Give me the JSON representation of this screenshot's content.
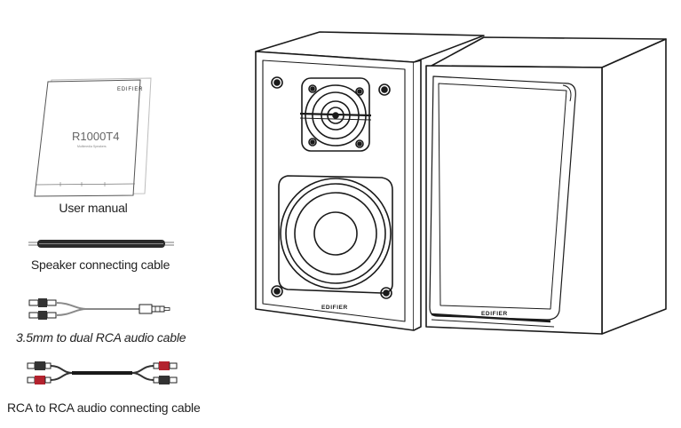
{
  "manual": {
    "brand": "EDIFIER",
    "model": "R1000T4",
    "subtitle": "Multimedia Speakers",
    "caption": "User manual"
  },
  "cables": {
    "speaker_cable": "Speaker connecting cable",
    "aux_cable": "3.5mm to dual RCA audio cable",
    "rca_cable": "RCA to RCA audio connecting cable"
  },
  "speakers": {
    "left_logo": "EDIFIER",
    "right_logo": "EDIFIER"
  },
  "colors": {
    "line": "#1a1a1a",
    "plug_red": "#b3222e",
    "cable_gray": "#8a8a8a"
  }
}
